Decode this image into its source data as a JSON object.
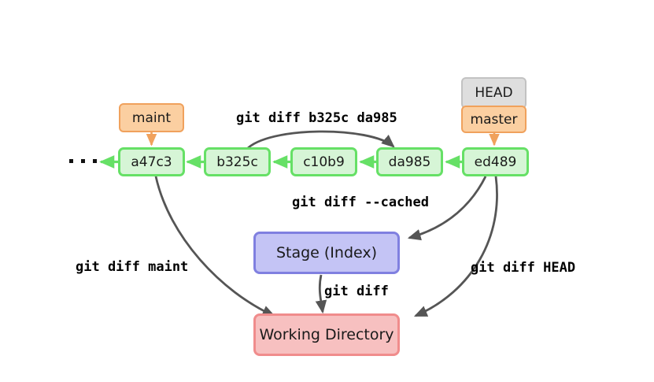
{
  "diagram": {
    "title": "git diff comparison diagram",
    "colors": {
      "commit_fill": "#d6f5d6",
      "commit_border": "#66e066",
      "ref_fill": "#fbcfa1",
      "ref_border": "#f0a15c",
      "head_fill": "#dedede",
      "head_border": "#c2c2c2",
      "stage_fill": "#c4c4f5",
      "stage_border": "#8080e0",
      "workdir_fill": "#f7c0c0",
      "workdir_border": "#f08c8c",
      "edge_gray": "#555555",
      "edge_green": "#66e066"
    },
    "commits": [
      {
        "id": "a47c3",
        "label": "a47c3"
      },
      {
        "id": "b325c",
        "label": "b325c"
      },
      {
        "id": "c10b9",
        "label": "c10b9"
      },
      {
        "id": "da985",
        "label": "da985"
      },
      {
        "id": "ed489",
        "label": "ed489"
      }
    ],
    "refs": {
      "maint": "maint",
      "head": "HEAD",
      "master": "master"
    },
    "areas": {
      "stage": "Stage (Index)",
      "working_directory": "Working Directory"
    },
    "commands": {
      "diff_range": "git diff b325c da985",
      "diff_cached": "git diff --cached",
      "diff_maint": "git diff maint",
      "diff_head": "git diff HEAD",
      "diff_plain": "git diff"
    },
    "ellipsis": "..."
  }
}
